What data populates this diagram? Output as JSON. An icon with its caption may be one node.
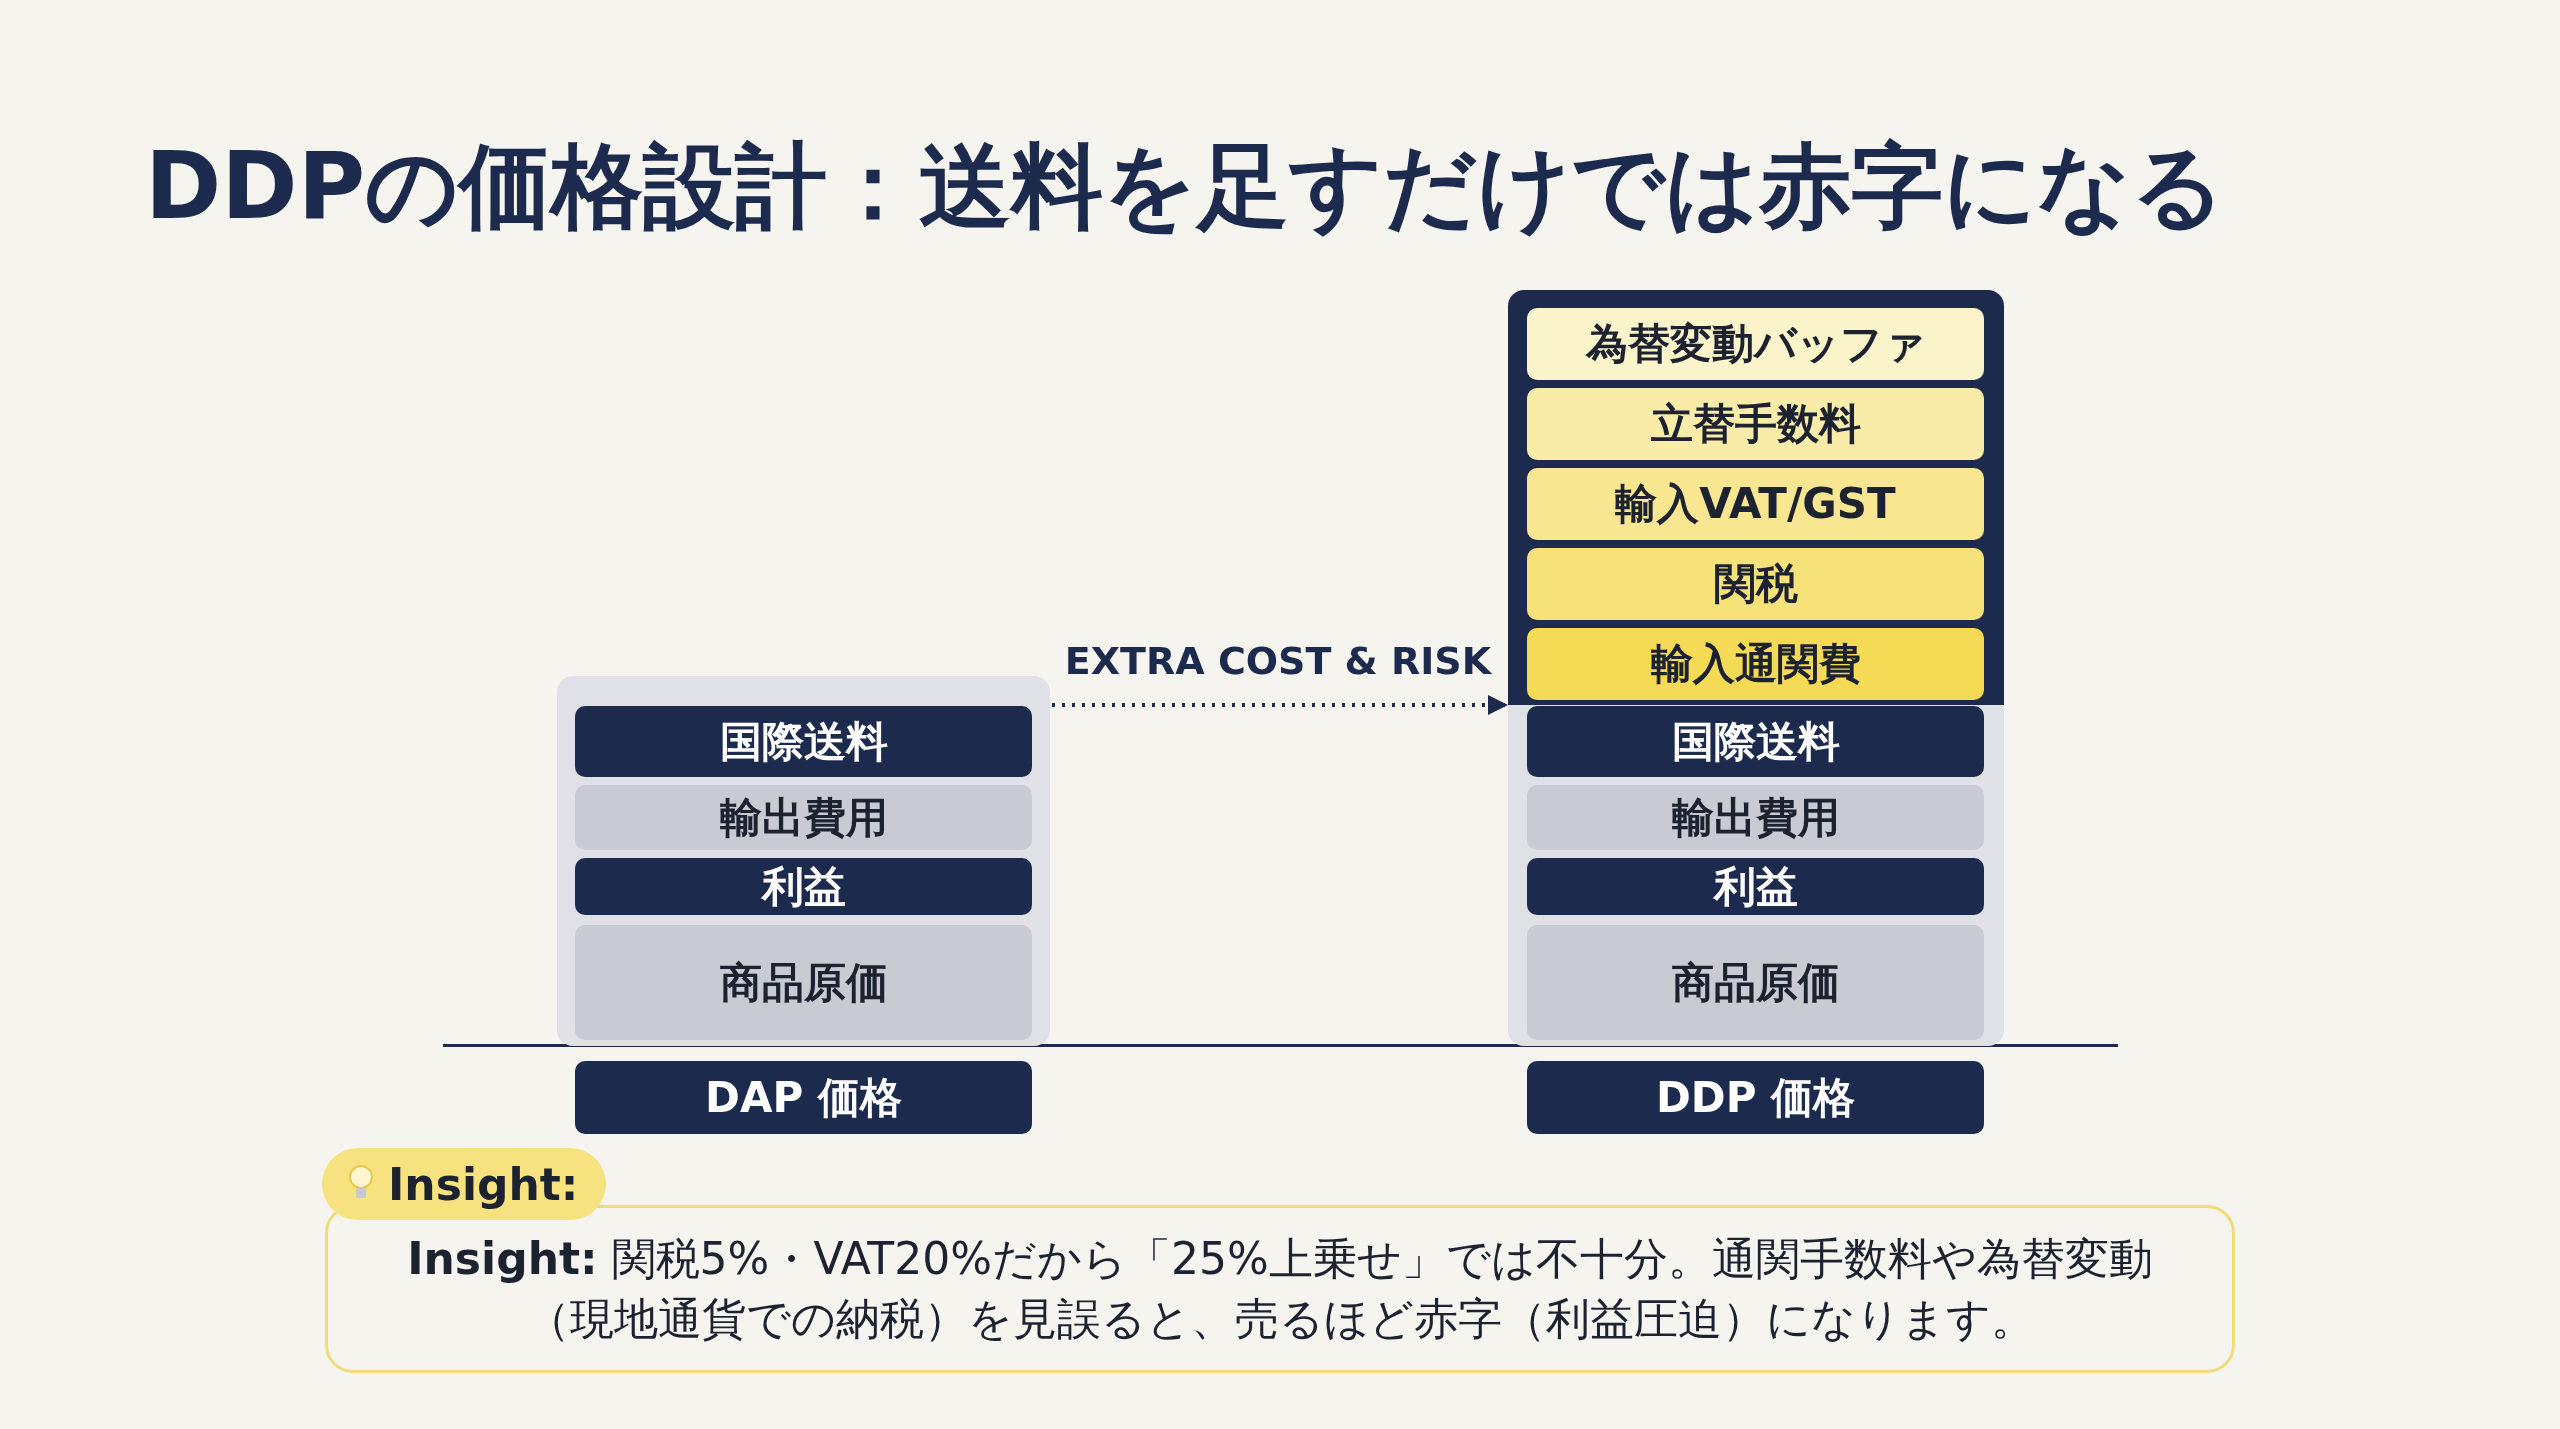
{
  "diagram": {
    "title": "DDPの価格設計：送料を足すだけでは赤字になる",
    "nodes": [
      {
        "text": [],
        "shape": "box"
      },
      {
        "text": [
          "国際送料"
        ],
        "in": 0
      },
      {
        "text": [
          "輸出費用"
        ],
        "in": 0
      },
      {
        "text": [
          "利益"
        ],
        "in": 0
      },
      {
        "text": [
          "商品原価"
        ],
        "in": 0
      },
      {
        "text": [
          "DAP 価格"
        ]
      },
      {
        "text": [],
        "shape": "box"
      },
      {
        "text": [
          "為替変動バッファ"
        ],
        "in": 6
      },
      {
        "text": [
          "立替手数料"
        ],
        "in": 6
      },
      {
        "text": [
          "輸入VAT/GST"
        ],
        "in": 6
      },
      {
        "text": [
          "関税"
        ],
        "in": 6
      },
      {
        "text": [
          "輸入通関費"
        ],
        "in": 6
      },
      {
        "text": [
          "国際送料"
        ],
        "in": 6
      },
      {
        "text": [
          "輸出費用"
        ],
        "in": 6
      },
      {
        "text": [
          "利益"
        ],
        "in": 6
      },
      {
        "text": [
          "商品原価"
        ],
        "in": 6
      },
      {
        "text": [
          "DDP 価格"
        ]
      },
      {
        "text": [
          "Insight:",
          "**Insight:** 関税5%・VAT20%だから「25%上乗せ」では不十分。通関手数料や為替変動（現地通貨での納税）を見誤ると、売るほど赤字（利益圧迫）になります。"
        ]
      }
    ],
    "edges": [
      {
        "from": 0,
        "to": 6,
        "arrow": "to",
        "label": "EXTRA COST & RISK",
        "style": "dashed"
      }
    ]
  }
}
